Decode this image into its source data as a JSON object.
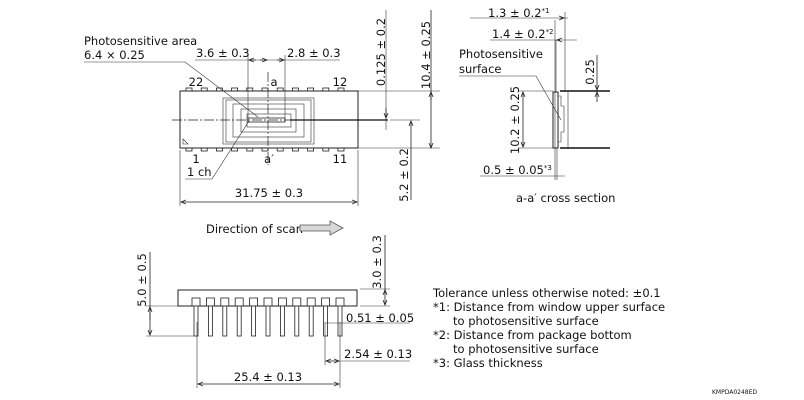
{
  "top_view": {
    "photosensitive_area_label": "Photosensitive area",
    "photosensitive_area_size": "6.4 × 0.25",
    "dim_left_offset": "3.6 ± 0.3",
    "dim_right_offset": "2.8 ± 0.3",
    "dim_center_offset": "0.125 ± 0.2",
    "dim_package_height": "10.4 ± 0.25",
    "dim_half_height": "5.2 ± 0.2",
    "dim_package_length": "31.75 ± 0.3",
    "pin_22": "22",
    "pin_12": "12",
    "pin_1": "1",
    "pin_11": "11",
    "section_a": "a",
    "section_a_prime": "a′",
    "first_channel": "1 ch"
  },
  "scan": {
    "label": "Direction of scan"
  },
  "side_view": {
    "dim_total_height": "5.0 ± 0.5",
    "dim_body_height": "3.0 ± 0.3",
    "dim_pin_width": "0.51 ± 0.05",
    "dim_pin_pitch": "2.54 ± 0.13",
    "dim_pin_span": "25.4 ± 0.13"
  },
  "cross_section": {
    "dim_window_to_surface": "1.3 ± 0.2",
    "dim_window_note": "*1",
    "dim_bottom_to_surface": "1.4 ± 0.2",
    "dim_bottom_note": "*2",
    "surface_label_line1": "Photosensitive",
    "surface_label_line2": "surface",
    "dim_top": "0.25",
    "dim_height": "10.2 ± 0.25",
    "dim_glass": "0.5 ± 0.05",
    "dim_glass_note": "*3",
    "title": "a-a′ cross section"
  },
  "notes": [
    "Tolerance unless otherwise noted: ±0.1",
    "*1: Distance from window upper surface",
    "to photosensitive surface",
    "*2: Distance from package bottom",
    "to photosensitive surface",
    "*3: Glass thickness"
  ],
  "drawing_code": "KMPDA0248ED"
}
